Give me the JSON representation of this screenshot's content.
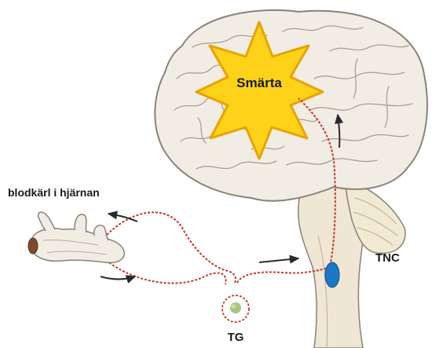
{
  "labels": {
    "pain": "Smärta",
    "vessels": "blodkärl i hjärnan",
    "tnc": "TNC",
    "tg": "TG"
  },
  "colors": {
    "background": "#ffffff",
    "brain_fill": "#f2ede4",
    "brain_stroke": "#8a8275",
    "brainstem_fill": "#eee3cc",
    "pain_star_fill": "#ffd21a",
    "pain_star_stroke": "#e8a300",
    "nerve_line": "#c0392b",
    "tnc_blob": "#1b78c6",
    "tg_ganglion": "#8aaa55",
    "arrow": "#2a2a2a"
  }
}
